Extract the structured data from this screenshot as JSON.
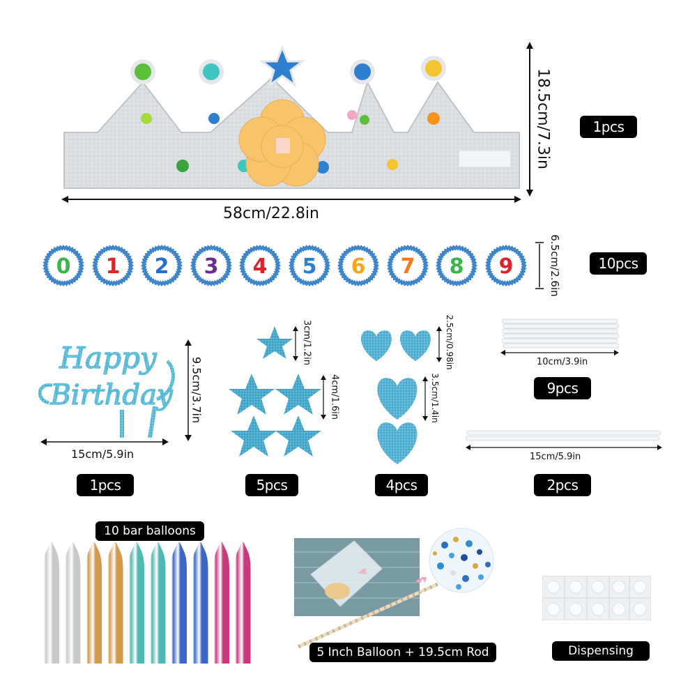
{
  "crown": {
    "width_label": "58cm/22.8in",
    "height_label": "18.5cm/7.3in",
    "qty": "1pcs"
  },
  "digits": {
    "values": [
      "0",
      "1",
      "2",
      "3",
      "4",
      "5",
      "6",
      "7",
      "8",
      "9"
    ],
    "colors": [
      "#3bb54a",
      "#d9262c",
      "#2a6fc9",
      "#6a2c91",
      "#d9262c",
      "#2f7fd1",
      "#f7a51b",
      "#f47b20",
      "#3bb54a",
      "#d9262c"
    ],
    "size_label": "6.5cm/2.6in",
    "qty": "10pcs"
  },
  "topper": {
    "lines": [
      "Happy",
      "Birthday"
    ],
    "width_label": "15cm/5.9in",
    "height_label": "9.5cm/3.7in",
    "qty": "1pcs"
  },
  "stars": {
    "small_label": "3cm/1.2in",
    "large_label": "4cm/1.6in",
    "qty": "5pcs"
  },
  "hearts": {
    "small_label": "2.5cm/0.98in",
    "large_label": "3.5cm/1.4in",
    "qty": "4pcs"
  },
  "short_sticks": {
    "length_label": "10cm/3.9in",
    "qty": "9pcs"
  },
  "long_sticks": {
    "length_label": "15cm/5.9in",
    "qty": "2pcs"
  },
  "bar_balloons": {
    "caption": "10 bar balloons",
    "colors": [
      "#c9c9c9",
      "#c9c9c9",
      "#d19a4e",
      "#d19a4e",
      "#4fb8b0",
      "#4fb8b0",
      "#3a68c4",
      "#3a68c4",
      "#c93a7c",
      "#c93a7c"
    ]
  },
  "confetti_balloon": {
    "caption": "5 Inch Balloon + 19.5cm Rod"
  },
  "dispensing": {
    "caption": "Dispensing"
  }
}
